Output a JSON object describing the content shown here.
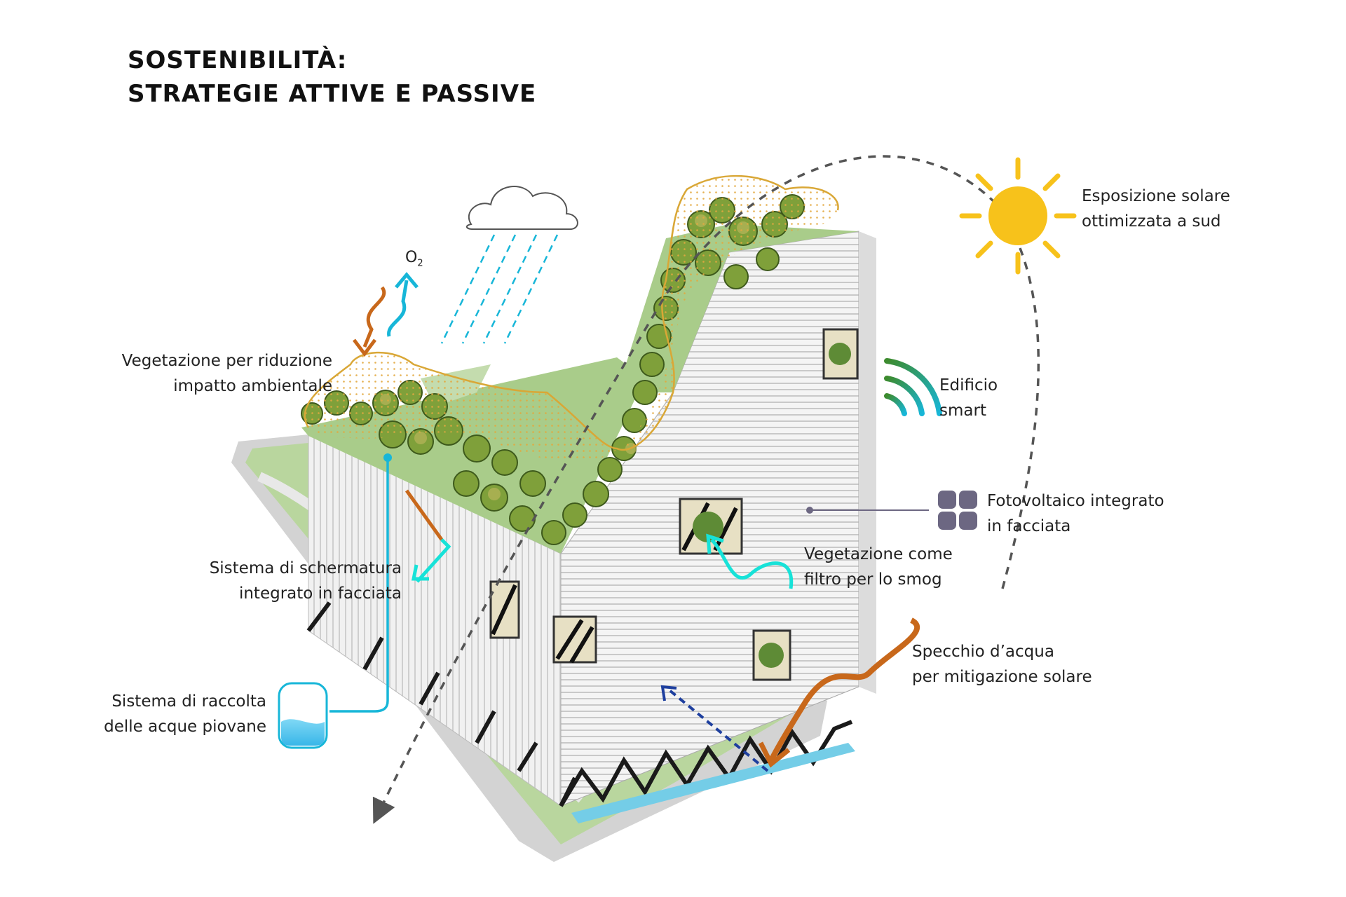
{
  "title": {
    "line1": "SOSTENIBILITÀ:",
    "line2": "STRATEGIE ATTIVE E PASSIVE"
  },
  "labels": {
    "sun_line1": "Esposizione solare",
    "sun_line2": "ottimizzata a sud",
    "smart_line1": "Edificio",
    "smart_line2": "smart",
    "pv_line1": "Fotovoltaico integrato",
    "pv_line2": "in facciata",
    "smog_line1": "Vegetazione come",
    "smog_line2": "filtro per lo smog",
    "water_line1": "Specchio d’acqua",
    "water_line2": "per mitigazione solare",
    "veg_line1": "Vegetazione per riduzione",
    "veg_line2": "impatto ambientale",
    "shade_line1": "Sistema di schermatura",
    "shade_line2": "integrato in facciata",
    "rain_line1": "Sistema di raccolta",
    "rain_line2": "delle acque piovane",
    "o2_main": "O",
    "o2_sub": "2"
  },
  "colors": {
    "sun": "#f7c21b",
    "cyan": "#17b6d8",
    "orange": "#c8681b",
    "blue_arrow": "#1e3f9e",
    "pv": "#6c6782",
    "dashed": "#555555",
    "ochre": "#d9a736",
    "grass": "#a9cc8a",
    "water": "#74cde7"
  },
  "icons": [
    "sun-icon",
    "cloud-icon",
    "wifi-icon",
    "photovoltaic-icon",
    "water-tank-icon"
  ]
}
